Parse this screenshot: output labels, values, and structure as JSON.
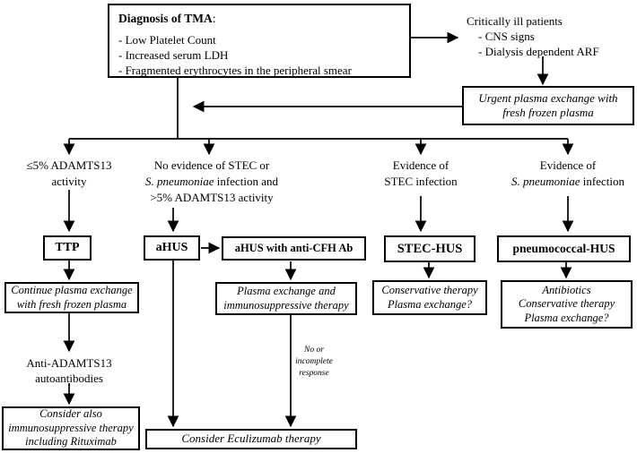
{
  "diagnosis": {
    "title": "Diagnosis of TMA",
    "colon": ":",
    "items": [
      "- Low Platelet Count",
      "- Increased serum LDH",
      "- Fragmented erythrocytes in the peripheral smear"
    ]
  },
  "critically_ill": {
    "title": "Critically ill patients",
    "items": [
      "- CNS signs",
      "- Dialysis dependent ARF"
    ]
  },
  "urgent": {
    "lines": [
      "Urgent plasma exchange with",
      "fresh frozen plasma"
    ]
  },
  "branches": {
    "adamts_low": {
      "lines": [
        "≤5% ADAMTS13",
        "activity"
      ]
    },
    "no_evidence": {
      "line1": "No evidence of STEC or",
      "line2_italic": "S. pneumoniae",
      "line2_rest": " infection and",
      "line3": ">5% ADAMTS13 activity"
    },
    "stec": {
      "line1": "Evidence of",
      "line2": "STEC infection"
    },
    "pneumo": {
      "line1": "Evidence of",
      "line2_italic": "S. pneumoniae",
      "line2_rest": " infection"
    }
  },
  "nodes": {
    "ttp": "TTP",
    "ahus": "aHUS",
    "ahus_cfh": "aHUS with anti-CFH Ab",
    "stec_hus": "STEC-HUS",
    "pneumo_hus": "pneumococcal-HUS"
  },
  "therapies": {
    "ttp": [
      "Continue plasma exchange",
      "with fresh frozen plasma"
    ],
    "ahus_cfh": [
      "Plasma exchange and",
      "immunosuppressive therapy"
    ],
    "stec": [
      "Conservative therapy",
      "Plasma exchange?"
    ],
    "pneumo": [
      "Antibiotics",
      "Conservative therapy",
      "Plasma exchange?"
    ]
  },
  "anti_adamts_ab": {
    "lines": [
      "Anti-ADAMTS13",
      "autoantibodies"
    ]
  },
  "rituximab": {
    "lines": [
      "Consider also",
      "immunosuppressive therapy",
      "including Rituximab"
    ]
  },
  "no_response": {
    "lines": [
      "No or",
      "incomplete",
      "response"
    ]
  },
  "eculizumab": {
    "label": "Consider Eculizumab therapy"
  },
  "colors": {
    "line": "#000000",
    "background": "#ffffff"
  }
}
